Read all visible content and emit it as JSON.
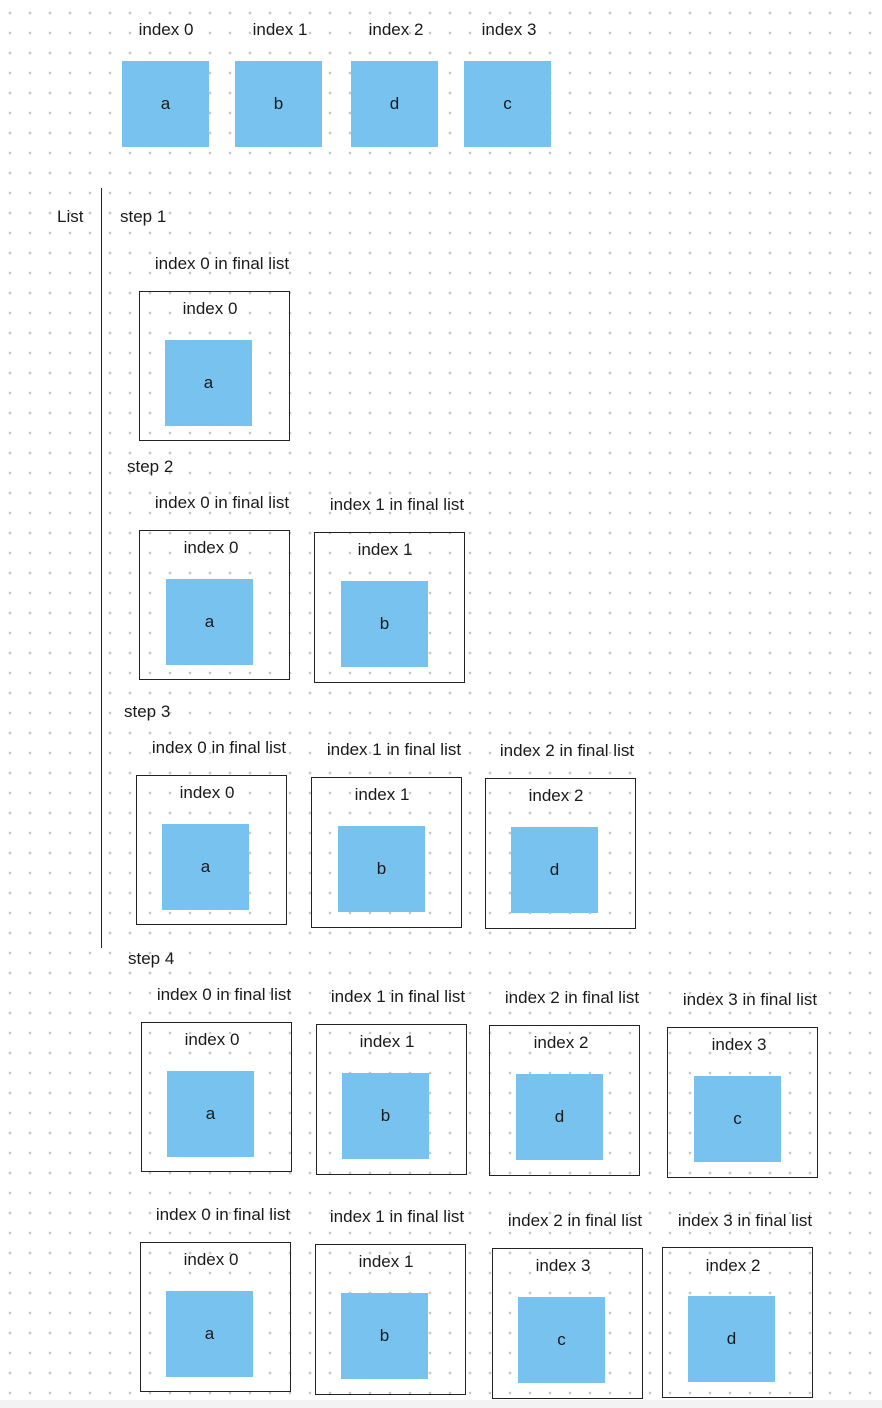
{
  "top_row": [
    {
      "index_label": "index 0",
      "value": "a"
    },
    {
      "index_label": "index 1",
      "value": "b"
    },
    {
      "index_label": "index 2",
      "value": "d"
    },
    {
      "index_label": "index 3",
      "value": "c"
    }
  ],
  "list_label": "List",
  "colors": {
    "tile": "#78c2f0",
    "frame": "#222222",
    "dot": "#c6c6c6"
  },
  "steps": [
    {
      "label": "step 1",
      "items": [
        {
          "final_label": "index 0 in final list",
          "index_label": "index 0",
          "value": "a"
        }
      ]
    },
    {
      "label": "step 2",
      "items": [
        {
          "final_label": "index 0 in final list",
          "index_label": "index 0",
          "value": "a"
        },
        {
          "final_label": "index 1 in final list",
          "index_label": "index 1",
          "value": "b"
        }
      ]
    },
    {
      "label": "step 3",
      "items": [
        {
          "final_label": "index 0 in final list",
          "index_label": "index 0",
          "value": "a"
        },
        {
          "final_label": "index 1 in final list",
          "index_label": "index 1",
          "value": "b"
        },
        {
          "final_label": "index 2 in final list",
          "index_label": "index 2",
          "value": "d"
        }
      ]
    },
    {
      "label": "step 4",
      "items": [
        {
          "final_label": "index 0 in final list",
          "index_label": "index 0",
          "value": "a"
        },
        {
          "final_label": "index 1 in final list",
          "index_label": "index 1",
          "value": "b"
        },
        {
          "final_label": "index 2 in final list",
          "index_label": "index 2",
          "value": "d"
        },
        {
          "final_label": "index 3 in final list",
          "index_label": "index 3",
          "value": "c"
        }
      ]
    }
  ],
  "final_row": {
    "items": [
      {
        "final_label": "index 0 in final list",
        "index_label": "index 0",
        "value": "a"
      },
      {
        "final_label": "index 1 in final list",
        "index_label": "index 1",
        "value": "b"
      },
      {
        "final_label": "index 2 in final list",
        "index_label": "index 3",
        "value": "c"
      },
      {
        "final_label": "index 3 in final list",
        "index_label": "index 2",
        "value": "d"
      }
    ]
  }
}
